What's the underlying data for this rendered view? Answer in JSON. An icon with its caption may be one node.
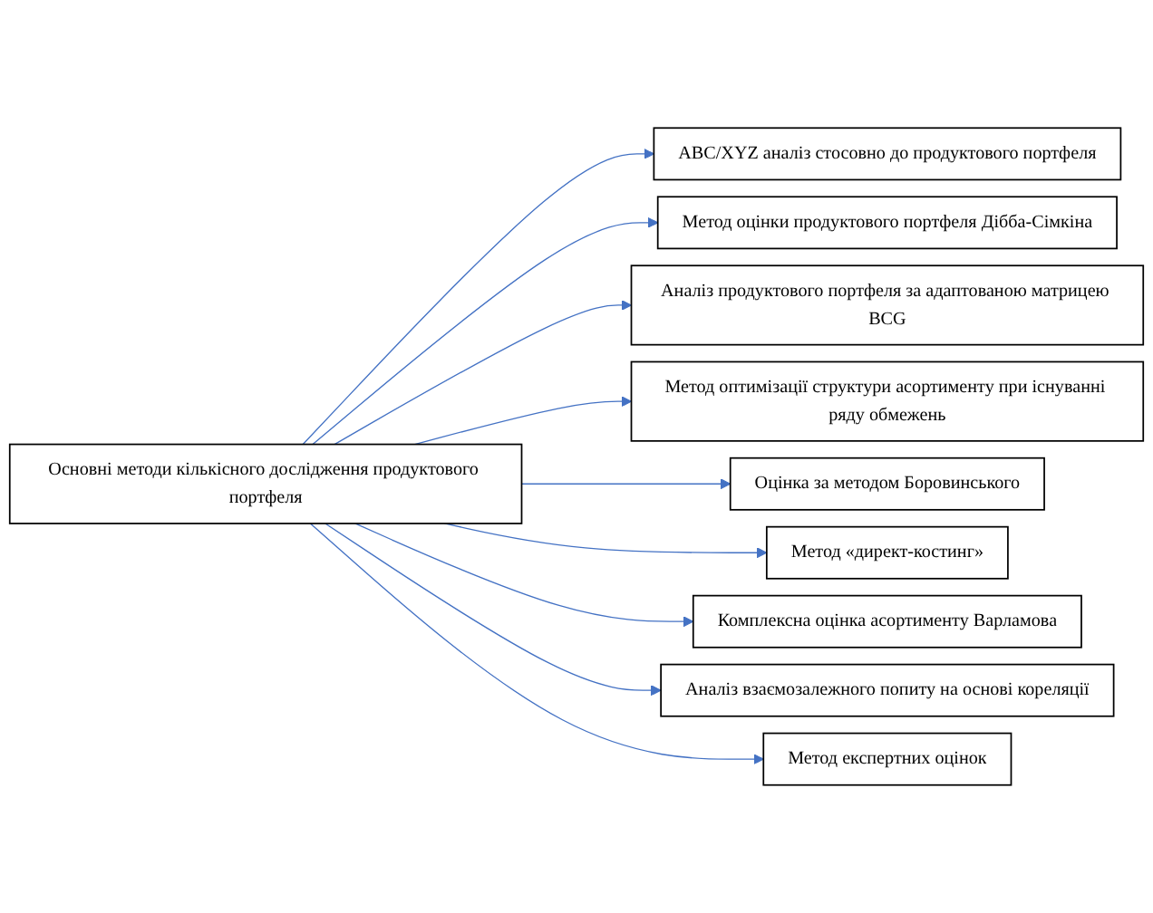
{
  "diagram": {
    "nodes": [
      {
        "text": [
          "Основні методи кількісного дослідження продуктового портфеля"
        ]
      },
      {
        "text": [
          "ABC/XYZ аналіз стосовно до продуктового портфеля"
        ]
      },
      {
        "text": [
          "Метод оцінки продуктового портфеля Дібба-Сімкіна"
        ]
      },
      {
        "text": [
          "Аналіз продуктового портфеля за адаптованою матрицею BCG"
        ]
      },
      {
        "text": [
          "Метод оптимізації структури асортименту при існуванні ряду обмежень"
        ]
      },
      {
        "text": [
          "Оцінка за методом Боровинського"
        ]
      },
      {
        "text": [
          "Метод «директ-костинг»"
        ]
      },
      {
        "text": [
          "Комплексна оцінка асортименту Варламова"
        ]
      },
      {
        "text": [
          "Аналіз взаємозалежного попиту на основі кореляції"
        ]
      },
      {
        "text": [
          "Метод експертних оцінок"
        ]
      }
    ],
    "edges": [
      {
        "from": 0,
        "to": 1,
        "arrow": "to"
      },
      {
        "from": 0,
        "to": 2,
        "arrow": "to"
      },
      {
        "from": 0,
        "to": 3,
        "arrow": "to"
      },
      {
        "from": 0,
        "to": 4,
        "arrow": "to"
      },
      {
        "from": 0,
        "to": 5,
        "arrow": "to"
      },
      {
        "from": 0,
        "to": 6,
        "arrow": "to"
      },
      {
        "from": 0,
        "to": 7,
        "arrow": "to"
      },
      {
        "from": 0,
        "to": 8,
        "arrow": "to"
      },
      {
        "from": 0,
        "to": 9,
        "arrow": "to"
      }
    ]
  }
}
